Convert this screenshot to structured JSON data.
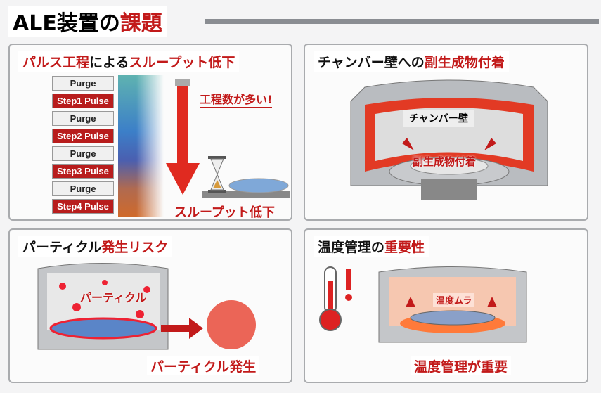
{
  "title": {
    "prefix": "ALE装置の",
    "highlight": "課題"
  },
  "panels": {
    "throughput": {
      "title_red1": "パルス工程",
      "title_black": "による",
      "title_red2": "スループット低下",
      "steps": [
        "Purge",
        "Step1 Pulse",
        "Purge",
        "Step2 Pulse",
        "Purge",
        "Step3 Pulse",
        "Purge",
        "Step4 Pulse"
      ],
      "callout": "工程数が多い!",
      "result": "スループット低下"
    },
    "deposition": {
      "title_black": "チャンバー壁への",
      "title_red": "副生成物付着",
      "wall_label": "チャンバー壁",
      "deposit_label": "副生成物付着"
    },
    "particle": {
      "title_black": "パーティクル",
      "title_red": "発生リスク",
      "inner_label": "パーティクル",
      "result": "パーティクル発生"
    },
    "temperature": {
      "title_black": "温度管理の",
      "title_red": "重要性",
      "inner_label": "温度ムラ",
      "result": "温度管理が重要"
    }
  },
  "colors": {
    "accent": "#c21a1a",
    "border": "#a9abae"
  }
}
